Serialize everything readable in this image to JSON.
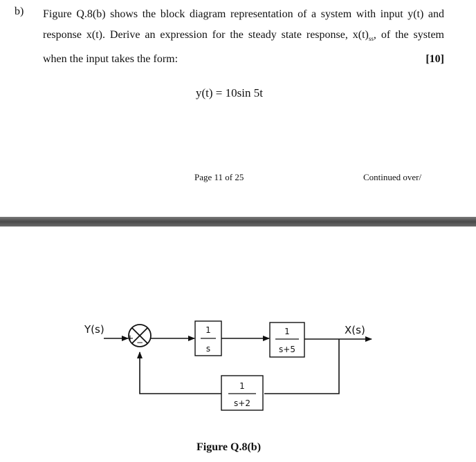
{
  "question": {
    "letter": "b)",
    "lines": [
      "Figure Q.8(b) shows the block diagram representation of a system with input y(t) and",
      "response x(t).  Derive an expression for the steady state response, x(t)",
      ", of the system",
      "when the input takes the form:"
    ],
    "subscript": "ss",
    "marks": "[10]",
    "equation": "y(t) = 10sin 5t"
  },
  "footer": {
    "page": "Page 11 of 25",
    "continued": "Continued over/"
  },
  "diagram": {
    "input_label": "Y(s)",
    "output_label": "X(s)",
    "plus_sign": "+",
    "minus_sign": "−",
    "block1_num": "1",
    "block1_den": "s",
    "block2_num": "1",
    "block2_den": "s+5",
    "feedback_num": "1",
    "feedback_den": "s+2"
  },
  "caption": "Figure Q.8(b)"
}
